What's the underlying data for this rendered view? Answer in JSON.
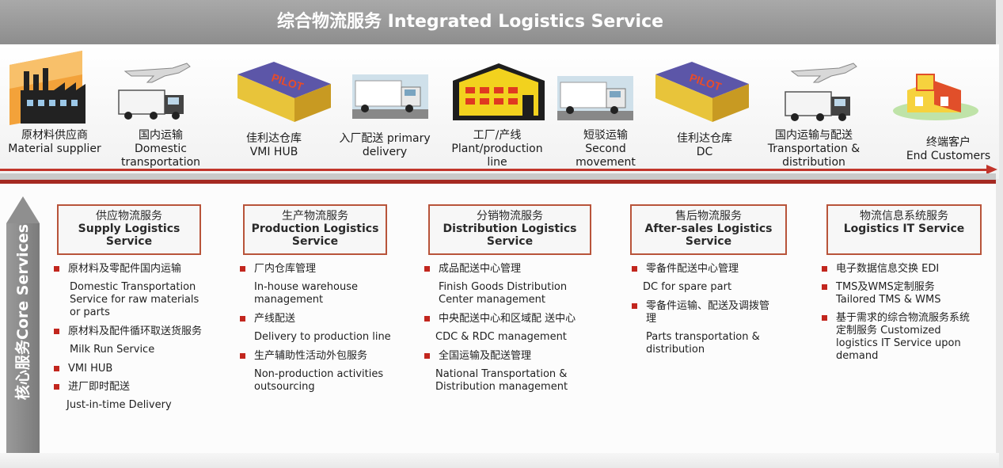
{
  "header": {
    "title": "综合物流服务 Integrated Logistics Service"
  },
  "stages": [
    {
      "cn": "原材料供应商",
      "en": "Material supplier",
      "icon": "factory-icon"
    },
    {
      "cn": "国内运输",
      "en": "Domestic transportation",
      "icon": "plane-truck-icon"
    },
    {
      "cn": "佳利达仓库",
      "en": "VMI HUB",
      "icon": "warehouse-box-icon"
    },
    {
      "cn": "入厂配送 primary",
      "en": "delivery",
      "icon": "truck-icon"
    },
    {
      "cn": "工厂/产线",
      "en": "Plant/production line",
      "icon": "plant-building-icon"
    },
    {
      "cn": "短驳运输",
      "en": "Second movement",
      "icon": "truck-icon"
    },
    {
      "cn": "佳利达仓库",
      "en": "DC",
      "icon": "warehouse-box-icon"
    },
    {
      "cn": "国内运输与配送",
      "en": "Transportation & distribution",
      "icon": "plane-truck-icon"
    },
    {
      "cn": "终端客户",
      "en": "End Customers",
      "icon": "store-icon"
    }
  ],
  "side": {
    "label": "核心服务Core Services"
  },
  "services": [
    {
      "cn": "供应物流服务",
      "en1": "Supply Logistics",
      "en2": "Service",
      "items": [
        {
          "cn": "原材料及零配件国内运输",
          "en": "Domestic Transportation Service for raw materials or parts"
        },
        {
          "cn": "原材料及配件循环取送货服务",
          "en": "Milk Run Service"
        },
        {
          "cn": "VMI HUB",
          "en": ""
        },
        {
          "cn": "进厂即时配送",
          "en": "Just-in-time Delivery"
        }
      ]
    },
    {
      "cn": "生产物流服务",
      "en1": "Production Logistics",
      "en2": "Service",
      "items": [
        {
          "cn": "厂内仓库管理",
          "en": "In-house warehouse management"
        },
        {
          "cn": "产线配送",
          "en": "Delivery to production line"
        },
        {
          "cn": "生产辅助性活动外包服务",
          "en": "Non-production activities outsourcing"
        }
      ]
    },
    {
      "cn": "分销物流服务",
      "en1": "Distribution Logistics",
      "en2": "Service",
      "items": [
        {
          "cn": "成品配送中心管理",
          "en": "Finish Goods Distribution Center management"
        },
        {
          "cn": "中央配送中心和区域配 送中心",
          "en": "CDC & RDC management"
        },
        {
          "cn": "全国运输及配送管理",
          "en": "National Transportation & Distribution management"
        }
      ]
    },
    {
      "cn": "售后物流服务",
      "en1": "After-sales Logistics",
      "en2": "Service",
      "items": [
        {
          "cn": "零备件配送中心管理",
          "en": "DC for spare part"
        },
        {
          "cn": "零备件运输、配送及调拨管理",
          "en": "Parts transportation & distribution"
        }
      ]
    },
    {
      "cn": "物流信息系统服务",
      "en1": "Logistics IT Service",
      "en2": "",
      "items": [
        {
          "cn": "电子数据信息交换 EDI",
          "en": ""
        },
        {
          "cn": "TMS及WMS定制服务 Tailored TMS & WMS",
          "en": ""
        },
        {
          "cn": "基于需求的综合物流服务系统定制服务 Customized logistics IT Service upon demand",
          "en": ""
        }
      ]
    }
  ],
  "colors": {
    "accent_red": "#c2352b",
    "box_border": "#b8543a",
    "header_gray": "#9a9a9a"
  }
}
